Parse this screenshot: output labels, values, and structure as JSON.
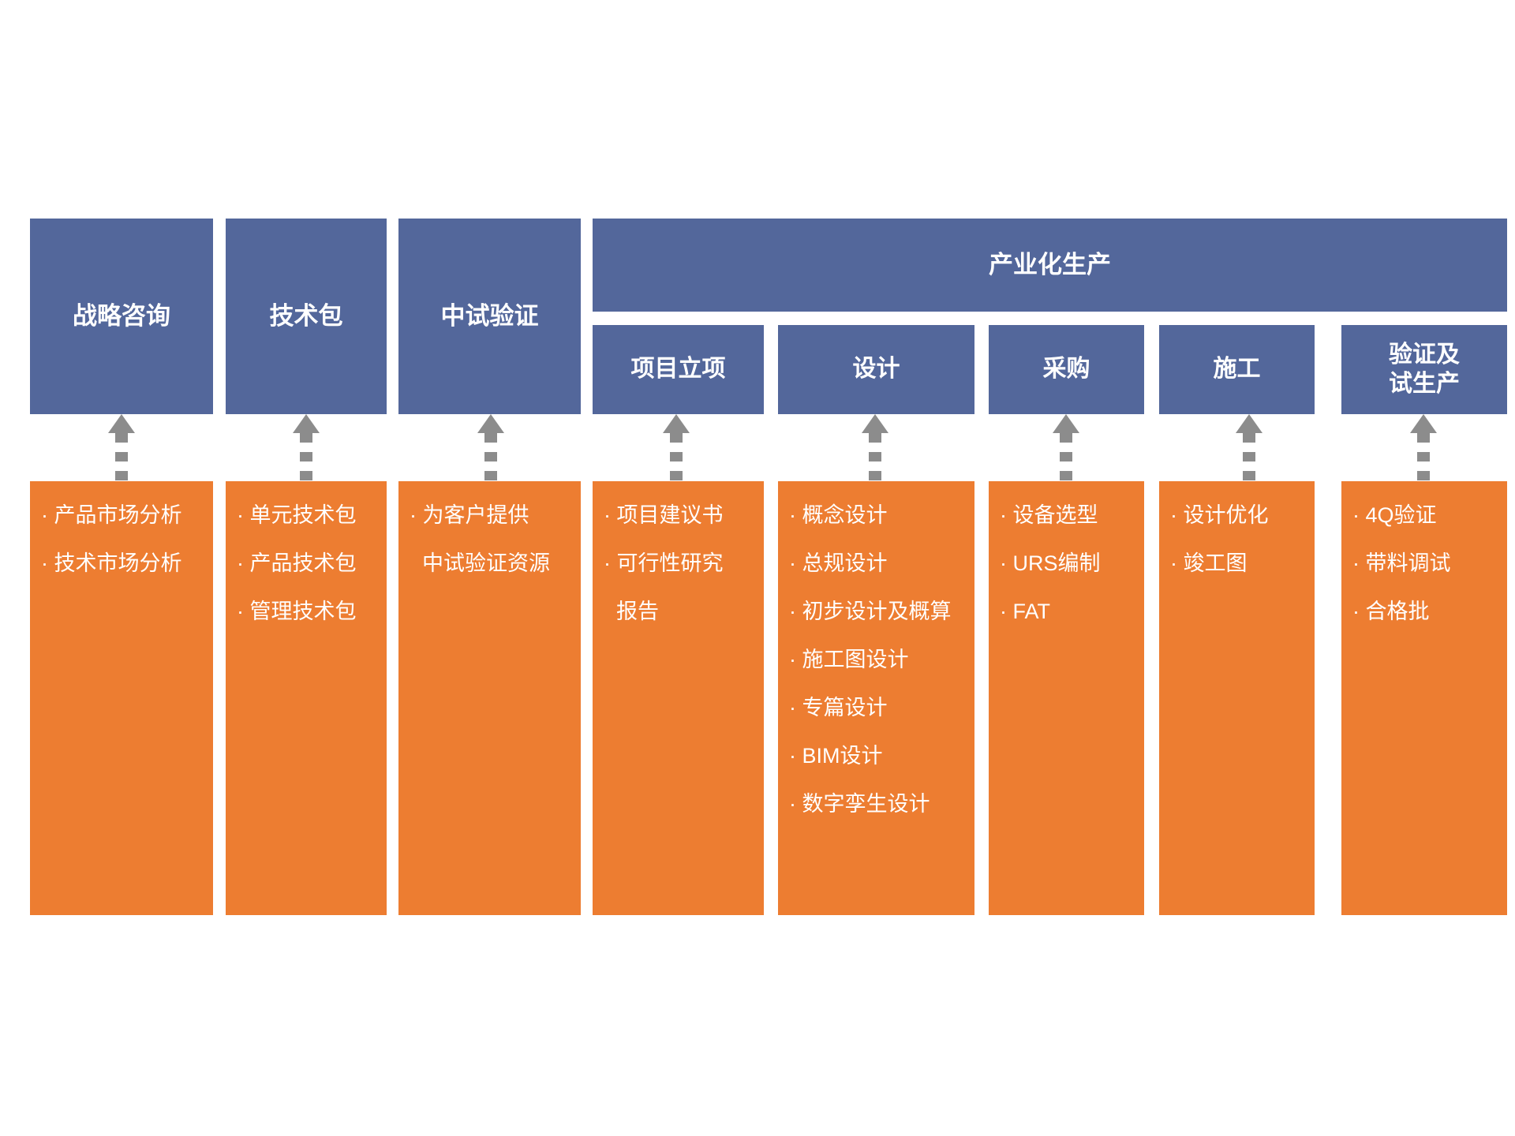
{
  "diagram": {
    "title": "产业化生产",
    "colors": {
      "blue": "#53679B",
      "orange": "#ED7D31",
      "arrow": "#8C8C8C",
      "text": "#FFFFFF"
    },
    "stage_headers": [
      {
        "label": "战略咨询"
      },
      {
        "label": "技术包"
      },
      {
        "label": "中试验证"
      }
    ],
    "banner": {
      "label": "产业化生产"
    },
    "sub_headers": [
      {
        "label": "项目立项"
      },
      {
        "label": "设计"
      },
      {
        "label": "采购"
      },
      {
        "label": "施工"
      },
      {
        "label": "验证及\n试生产",
        "line1": "验证及",
        "line2": "试生产"
      }
    ],
    "columns": [
      {
        "key": "strategy",
        "items": [
          "· 产品市场分析",
          "· 技术市场分析"
        ]
      },
      {
        "key": "tech-package",
        "items": [
          "· 单元技术包",
          "· 产品技术包",
          "· 管理技术包"
        ]
      },
      {
        "key": "pilot-verification",
        "items": [
          "· 为客户提供",
          "中试验证资源"
        ]
      },
      {
        "key": "project-initiation",
        "items": [
          "· 项目建议书",
          "· 可行性研究",
          "报告"
        ]
      },
      {
        "key": "design",
        "items": [
          "· 概念设计",
          "· 总规设计",
          "· 初步设计及概算",
          "· 施工图设计",
          "· 专篇设计",
          "· BIM设计",
          "· 数字孪生设计"
        ]
      },
      {
        "key": "procurement",
        "items": [
          "· 设备选型",
          "· URS编制",
          "· FAT"
        ]
      },
      {
        "key": "construction",
        "items": [
          "· 设计优化",
          "· 竣工图"
        ]
      },
      {
        "key": "validation-trial-production",
        "items": [
          "· 4Q验证",
          "· 带料调试",
          "· 合格批"
        ]
      }
    ],
    "arrows": {
      "count": 8,
      "style": "dashed-up"
    }
  }
}
